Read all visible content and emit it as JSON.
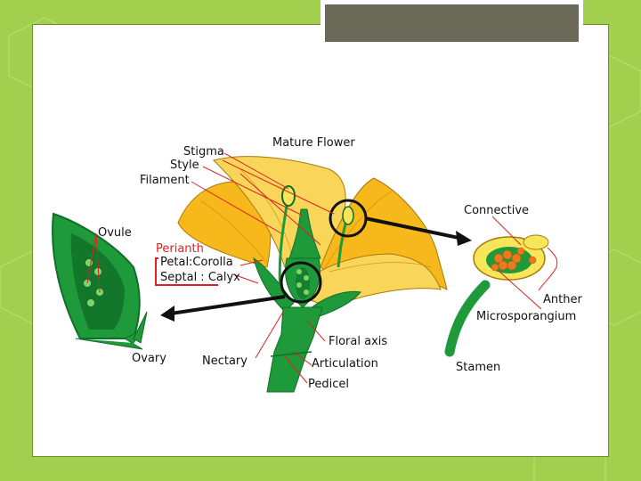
{
  "diagram": {
    "labels": {
      "mature_flower": "Mature Flower",
      "stigma": "Stigma",
      "style": "Style",
      "filament": "Filament",
      "ovule": "Ovule",
      "perianth": "Perianth",
      "petal_corolla": "Petal:Corolla",
      "septal_calyx": "Septal : Calyx",
      "ovary": "Ovary",
      "nectary": "Nectary",
      "floral_axis": "Floral axis",
      "articulation": "Articulation",
      "pedicel": "Pedicel",
      "connective": "Connective",
      "anther": "Anther",
      "microsporangium": "Microsporangium",
      "stamen": "Stamen"
    },
    "colors": {
      "background_green": "#a3cf4e",
      "title_box": "#6b6a59",
      "petal_yellow": "#f6b81a",
      "petal_light": "#f9d65a",
      "plant_green": "#1f9a3a",
      "dark_green": "#0f6e27",
      "pointer_red": "#e02020",
      "pollen_orange": "#ec7a1c"
    }
  }
}
